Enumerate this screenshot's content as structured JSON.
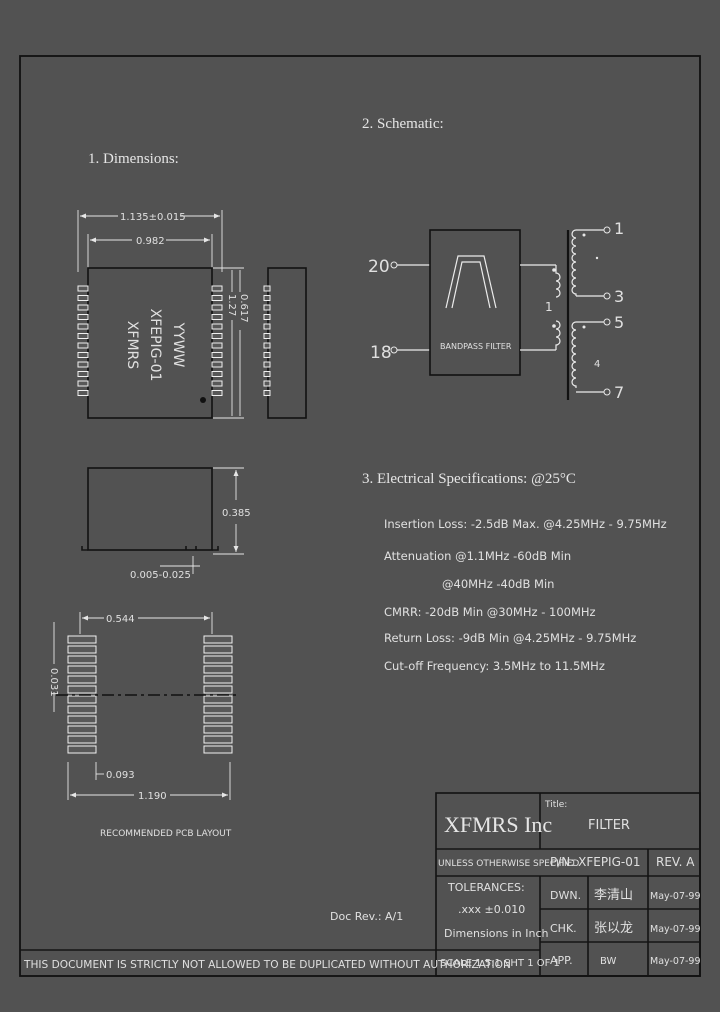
{
  "sections": {
    "dimensions": "1. Dimensions:",
    "schematic": "2. Schematic:",
    "electrical": "3. Electrical   Specifications: @25°C"
  },
  "dimensions": {
    "overall_width": "1.135±0.015",
    "body_width": "0.982",
    "height": "0.385",
    "pin_span_a": "1.27",
    "pin_span_b": "0.617",
    "standoff": "0.005-0.025",
    "pcb_pad_span": "0.544",
    "pcb_pad_pitch": "0.031",
    "pcb_pad_length": "0.093",
    "pcb_overall": "1.190",
    "pcb_label": "RECOMMENDED PCB LAYOUT"
  },
  "marking": {
    "line1": "XFMRS",
    "line2": "XFEPIG-01",
    "line3": "YYWW"
  },
  "schematic": {
    "pin_in_top": "20",
    "pin_in_bottom": "18",
    "filter_label": "BANDPASS FILTER",
    "winding_1": "1",
    "winding_2": "4",
    "out_1": "1",
    "out_3": "3",
    "out_5": "5",
    "out_7": "7"
  },
  "electrical": [
    "Insertion Loss: -2.5dB Max. @4.25MHz - 9.75MHz",
    "Attenuation @1.1MHz  -60dB Min",
    "@40MHz -40dB Min",
    "CMRR: -20dB Min @30MHz - 100MHz",
    "Return Loss:  -9dB Min @4.25MHz - 9.75MHz",
    "Cut-off Frequency:  3.5MHz to 11.5MHz"
  ],
  "doc_rev": "Doc Rev.: A/1",
  "title_block": {
    "company": "XFMRS Inc",
    "title_label": "Title:",
    "title_value": "FILTER",
    "pn": "P/N: XFEPIG-01",
    "rev": "REV. A",
    "unless": "UNLESS OTHERWISE SPECIFIED",
    "tolerances": "TOLERANCES:",
    "tol_value": ".xxx ±0.010",
    "dims": "Dimensions in Inch",
    "scale": "SCALE 1.5:1  SHT 1 OF 1",
    "dwn_label": "DWN.",
    "dwn_sig": "李清山",
    "dwn_date": "May-07-99",
    "chk_label": "CHK.",
    "chk_sig": "张以龙",
    "chk_date": "May-07-99",
    "app_label": "APP.",
    "app_sig": "BW",
    "app_date": "May-07-99"
  },
  "footer_notice": "THIS DOCUMENT IS STRICTLY NOT ALLOWED TO BE DUPLICATED WITHOUT AUTHORIZATION"
}
